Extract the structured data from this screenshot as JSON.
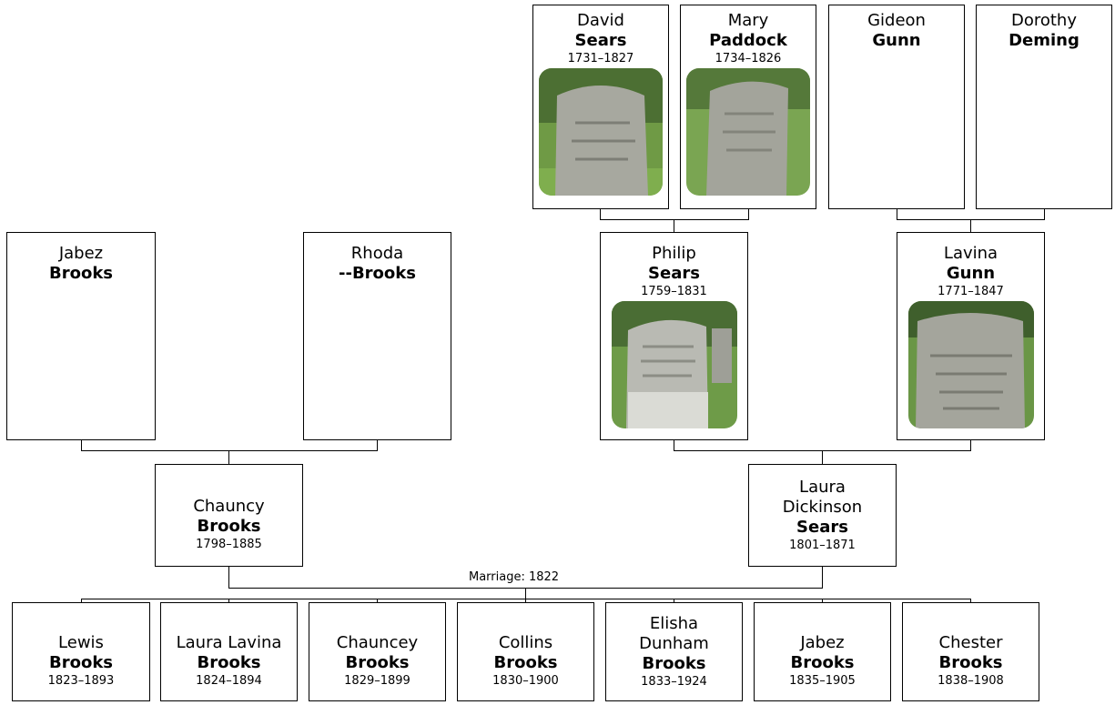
{
  "people": {
    "david_sears": {
      "first": "David",
      "last": "Sears",
      "dates": "1731–1827",
      "photo": "gravestone"
    },
    "mary_paddock": {
      "first": "Mary",
      "last": "Paddock",
      "dates": "1734–1826",
      "photo": "gravestone"
    },
    "gideon_gunn": {
      "first": "Gideon",
      "last": "Gunn"
    },
    "dorothy_deming": {
      "first": "Dorothy",
      "last": "Deming"
    },
    "jabez_brooks_sr": {
      "first": "Jabez",
      "last": "Brooks"
    },
    "rhoda_brooks": {
      "first": "Rhoda",
      "last": "--Brooks"
    },
    "philip_sears": {
      "first": "Philip",
      "last": "Sears",
      "dates": "1759–1831",
      "photo": "gravestone"
    },
    "lavina_gunn": {
      "first": "Lavina",
      "last": "Gunn",
      "dates": "1771–1847",
      "photo": "gravestone"
    },
    "chauncy_brooks": {
      "first": "Chauncy",
      "last": "Brooks",
      "dates": "1798–1885"
    },
    "laura_sears": {
      "first1": "Laura",
      "first2": "Dickinson",
      "last": "Sears",
      "dates": "1801–1871"
    }
  },
  "marriage": {
    "label": "Marriage: 1822"
  },
  "children": [
    {
      "first": "Lewis",
      "last": "Brooks",
      "dates": "1823–1893"
    },
    {
      "first": "Laura Lavina",
      "last": "Brooks",
      "dates": "1824–1894"
    },
    {
      "first": "Chauncey",
      "last": "Brooks",
      "dates": "1829–1899"
    },
    {
      "first": "Collins",
      "last": "Brooks",
      "dates": "1830–1900"
    },
    {
      "first1": "Elisha",
      "first2": "Dunham",
      "last": "Brooks",
      "dates": "1833–1924"
    },
    {
      "first": "Jabez",
      "last": "Brooks",
      "dates": "1835–1905"
    },
    {
      "first": "Chester",
      "last": "Brooks",
      "dates": "1838–1908"
    }
  ],
  "colors": {
    "line": "#000000",
    "box_border": "#000000",
    "stone": "#9a9b93",
    "grass": "#5f8a3a"
  }
}
